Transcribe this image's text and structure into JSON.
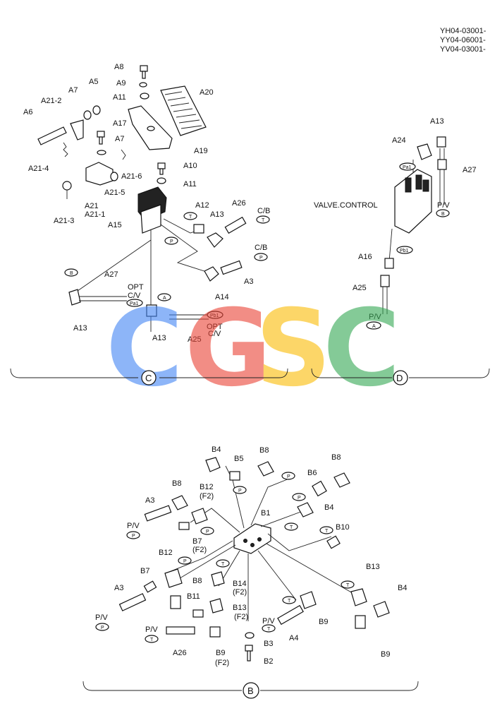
{
  "header": {
    "serials": [
      "YH04-03001-",
      "YY04-06001-",
      "YV04-03001-"
    ]
  },
  "watermark": {
    "letters": [
      "C",
      "G",
      "S",
      "C"
    ],
    "colors": [
      "#4285F4",
      "#EA4335",
      "#FBBC05",
      "#34A853"
    ]
  },
  "views": {
    "c": "C",
    "d": "D",
    "b": "B"
  },
  "labels_c": {
    "a8": "A8",
    "a9": "A9",
    "a11a": "A11",
    "a20": "A20",
    "a5": "A5",
    "a7a": "A7",
    "a21_2": "A21-2",
    "a6": "A6",
    "a17": "A17",
    "a7b": "A7",
    "a19": "A19",
    "a21_4": "A21-4",
    "a21_6": "A21-6",
    "a10": "A10",
    "a21_5": "A21-5",
    "a11b": "A11",
    "a21": "A21",
    "a21_1": "A21-1",
    "a21_3": "A21-3",
    "a15": "A15",
    "a12": "A12",
    "a13a": "A13",
    "a26": "A26",
    "cb1": "C/B",
    "cb2": "C/B",
    "a14": "A14",
    "a3": "A3",
    "a27": "A27",
    "opt1": "OPT",
    "cv1": "C/V",
    "a13b": "A13",
    "a13c": "A13",
    "opt2": "OPT",
    "cv2": "C/V",
    "a25": "A25"
  },
  "tags_c": {
    "t1": "T",
    "t2": "T",
    "p1": "P",
    "p2": "P",
    "b1": "B",
    "a1": "A",
    "pa1": "Pa1",
    "pb1": "Pb1"
  },
  "labels_d": {
    "a13": "A13",
    "a24": "A24",
    "a27": "A27",
    "valve": "VALVE.CONTROL",
    "pv1": "P/V",
    "a16": "A16",
    "a25": "A25",
    "pv2": "P/V"
  },
  "tags_d": {
    "pa1": "Pa1",
    "b": "B",
    "pb1": "Pb1",
    "a": "A"
  },
  "labels_b": {
    "b4a": "B4",
    "b5": "B5",
    "b8a": "B8",
    "b8b": "B8",
    "b6": "B6",
    "b8c": "B8",
    "b12a": "B12",
    "f2a": "(F2)",
    "a3a": "A3",
    "pva": "P/V",
    "b1": "B1",
    "b4b": "B4",
    "b7a": "B7",
    "f2b": "(F2)",
    "b10": "B10",
    "b12b": "B12",
    "b7b": "B7",
    "a3b": "A3",
    "pvb": "P/V",
    "b8d": "B8",
    "b14": "B14",
    "f2c": "(F2)",
    "b11": "B11",
    "b13a": "B13",
    "f2d": "(F2)",
    "b13b": "B13",
    "b4c": "B4",
    "pvc": "P/V",
    "a26": "A26",
    "b9a": "B9",
    "f2e": "(F2)",
    "b3": "B3",
    "b2": "B2",
    "pvd": "P/V",
    "a4": "A4",
    "b9b": "B9",
    "b9c": "B9"
  },
  "tags_b": {
    "p1": "P",
    "p2": "P",
    "p3": "P",
    "p4": "P",
    "p5": "P",
    "p6": "P",
    "p7": "P",
    "t1": "T",
    "t2": "T",
    "t3": "T",
    "t4": "T",
    "t5": "T",
    "t6": "T",
    "t7": "T"
  }
}
